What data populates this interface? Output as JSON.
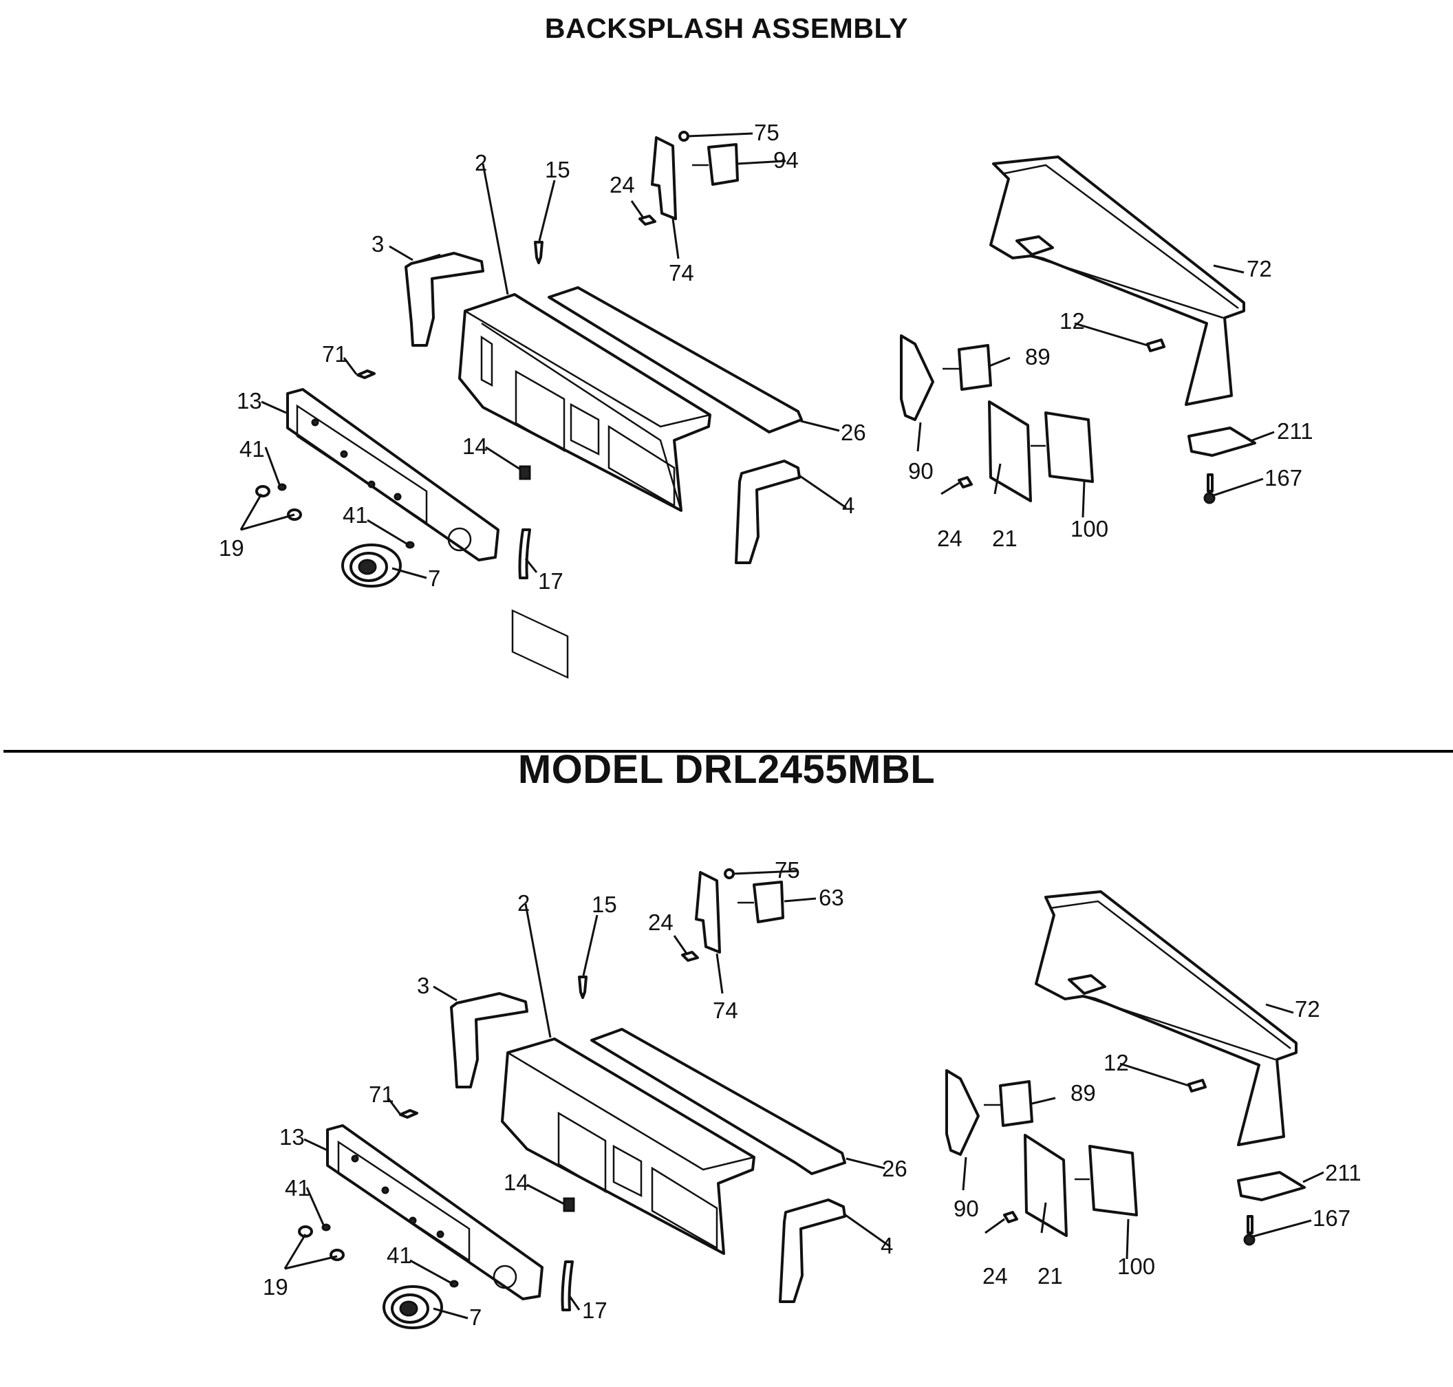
{
  "header": {
    "title": "BACKSPLASH ASSEMBLY"
  },
  "model": {
    "title": "MODEL DRL2455MBL"
  },
  "diagram_top": {
    "callouts": [
      "2",
      "3",
      "4",
      "7",
      "12",
      "13",
      "14",
      "15",
      "17",
      "19",
      "21",
      "24",
      "24",
      "26",
      "41",
      "41",
      "71",
      "72",
      "74",
      "75",
      "89",
      "90",
      "94",
      "100",
      "167",
      "211"
    ]
  },
  "diagram_bottom": {
    "callouts": [
      "2",
      "3",
      "4",
      "7",
      "12",
      "13",
      "14",
      "15",
      "17",
      "19",
      "21",
      "24",
      "24",
      "26",
      "41",
      "41",
      "63",
      "71",
      "72",
      "74",
      "75",
      "89",
      "90",
      "100",
      "167",
      "211"
    ]
  }
}
